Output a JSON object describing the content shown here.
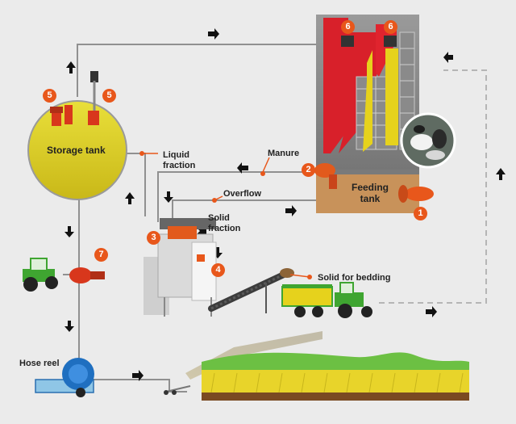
{
  "labels": {
    "storage_tank": "Storage tank",
    "liquid_fraction": "Liquid\nfraction",
    "manure": "Manure",
    "overflow": "Overflow",
    "solid_fraction": "Solid\nfraction",
    "solid_for_bedding": "Solid for bedding",
    "feeding_tank": "Feeding\ntank",
    "hose_reel": "Hose reel"
  },
  "badges": {
    "b1": "1",
    "b2": "2",
    "b3": "3",
    "b4": "4",
    "b5a": "5",
    "b5b": "5",
    "b6a": "6",
    "b6b": "6",
    "b7": "7"
  },
  "colors": {
    "badge": "#e8571b",
    "pipe": "#909090",
    "tank_fill": "#d8cc20",
    "feeding_tank": "#c8925a",
    "red": "#d8202a",
    "yellow": "#e6d21c",
    "tractor_green": "#3fa531",
    "field_green": "#6cc043"
  }
}
